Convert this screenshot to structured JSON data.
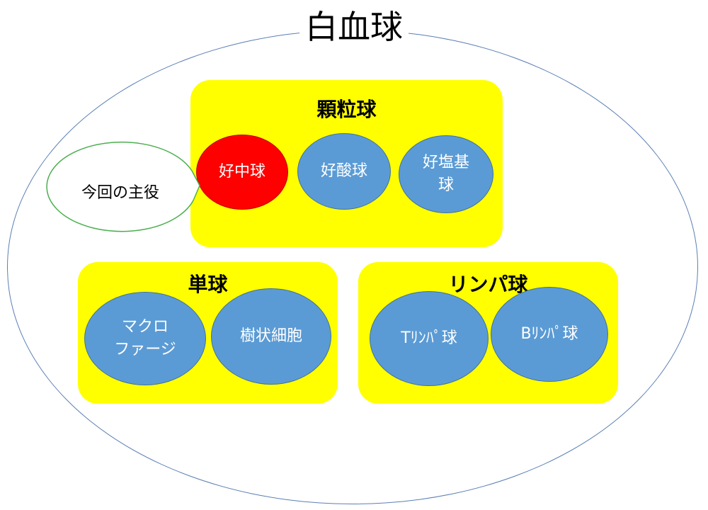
{
  "title": "白血球",
  "colors": {
    "group_fill": "#ffff00",
    "cell_fill": "#5b9bd5",
    "highlight_fill": "#ff0000",
    "outline": "#5b7fb5",
    "callout_stroke": "#4caf50"
  },
  "groups": {
    "granulocyte": {
      "label": "顆粒球",
      "cells": [
        "好中球",
        "好酸球",
        "好塩基\n球"
      ]
    },
    "monocyte": {
      "label": "単球",
      "cells": [
        "マクロ\nファージ",
        "樹状細胞"
      ]
    },
    "lymphocyte": {
      "label": "リンパ球",
      "cells": [
        "Tﾘﾝﾊﾟ球",
        "Bﾘﾝﾊﾟ球"
      ]
    }
  },
  "callout": {
    "text": "今回の主役"
  }
}
